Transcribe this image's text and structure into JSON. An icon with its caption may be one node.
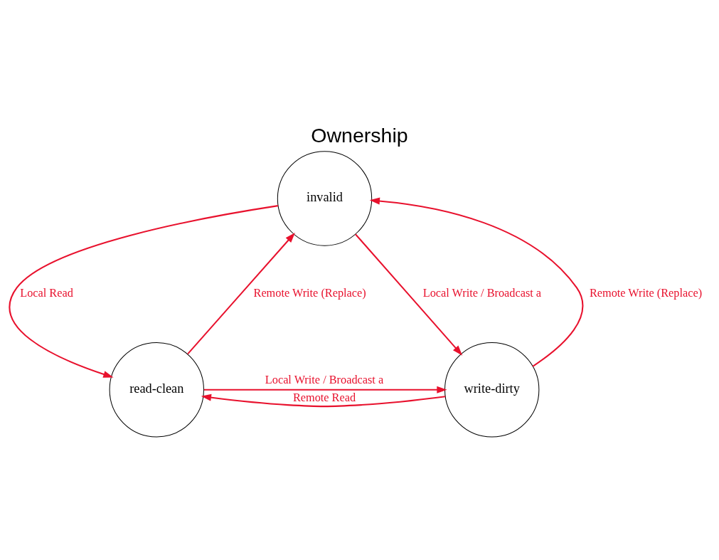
{
  "diagram": {
    "title": "Ownership",
    "nodes": [
      {
        "text": [
          "invalid"
        ]
      },
      {
        "text": [
          "read-clean"
        ]
      },
      {
        "text": [
          "write-dirty"
        ]
      }
    ],
    "edges": [
      {
        "from": 0,
        "to": 1,
        "arrow": "to",
        "label": "Local Read",
        "color": "#e8112d"
      },
      {
        "from": 1,
        "to": 0,
        "arrow": "to",
        "label": "Remote Write (Replace)",
        "color": "#e8112d"
      },
      {
        "from": 0,
        "to": 2,
        "arrow": "to",
        "label": "Local Write / Broadcast a",
        "color": "#e8112d"
      },
      {
        "from": 2,
        "to": 0,
        "arrow": "to",
        "label": "Remote Write (Replace)",
        "color": "#e8112d"
      },
      {
        "from": 2,
        "to": 1,
        "arrow": "to",
        "label": "Remote Read",
        "color": "#e8112d"
      },
      {
        "from": 1,
        "to": 2,
        "arrow": "to",
        "label": "Local Write / Broadcast a",
        "color": "#e8112d"
      }
    ]
  }
}
